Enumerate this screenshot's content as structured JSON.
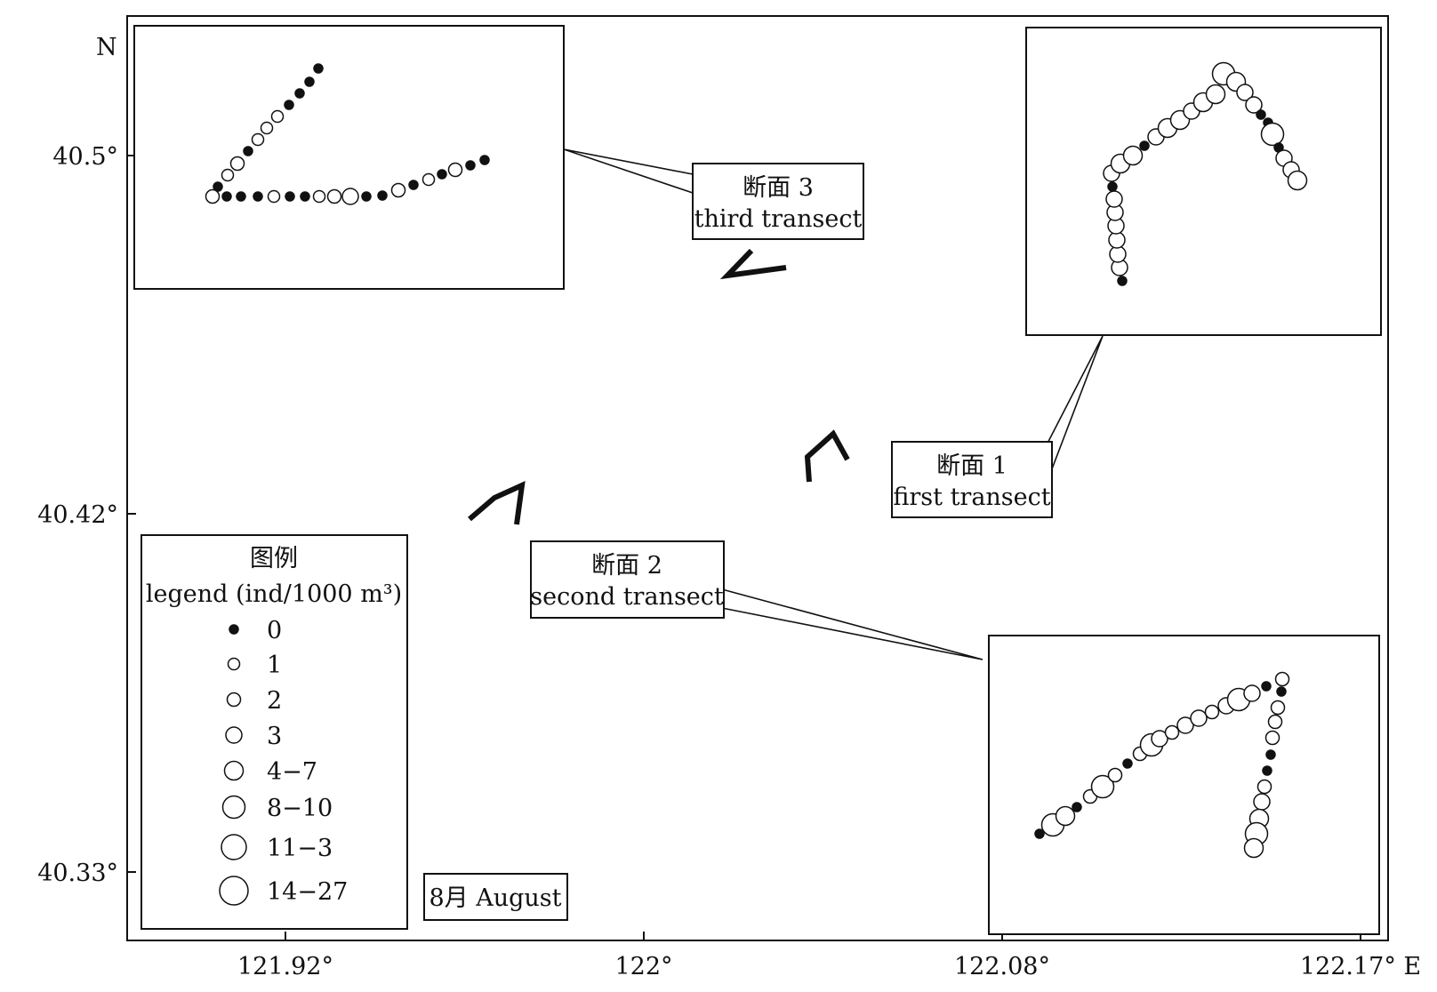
{
  "map": {
    "north_label": "N",
    "lat_ticks": [
      "40.5°",
      "40.42°",
      "40.33°"
    ],
    "lon_ticks": [
      "121.92°",
      "122°",
      "122.08°",
      "122.17° E"
    ]
  },
  "callouts": {
    "t3": {
      "line1": "断面  3",
      "line2": "third transect"
    },
    "t1": {
      "line1": "断面  1",
      "line2": "first transect"
    },
    "t2": {
      "line1": "断面  2",
      "line2": "second transect"
    }
  },
  "legend": {
    "title": "图例",
    "subtitle": "legend (ind/1000 m³)",
    "items": [
      "0",
      "1",
      "2",
      "3",
      "4−7",
      "8−10",
      "11−3",
      "14−27"
    ]
  },
  "month_label": "8月  August",
  "colors": {
    "line": "#111111",
    "filled_dot": "#111111",
    "open_dot": "#ffffff"
  }
}
